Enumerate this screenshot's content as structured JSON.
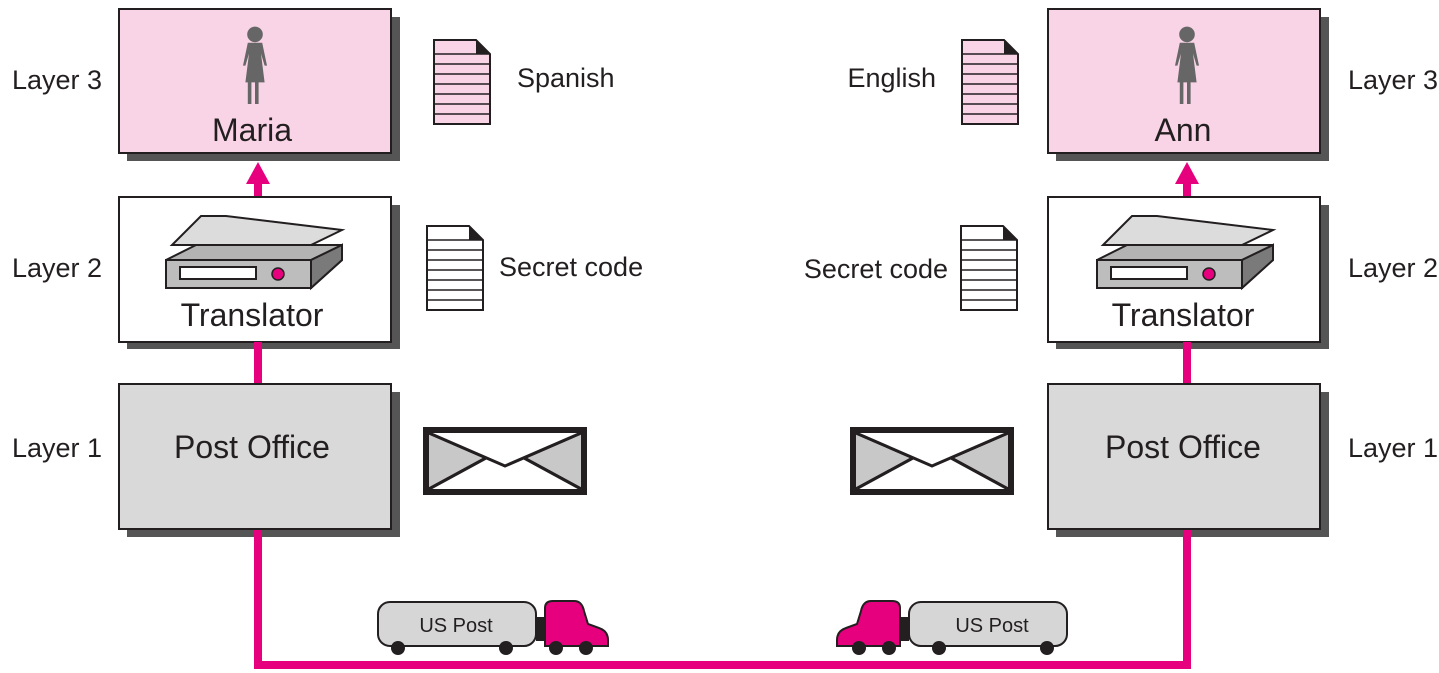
{
  "colors": {
    "accent": "#e6007e",
    "layer3_fill": "#f9d4e6",
    "layer1_fill": "#d9d9d9",
    "shadow": "#555555",
    "outline": "#231f20"
  },
  "layer_labels": {
    "left": {
      "layer3": "Layer 3",
      "layer2": "Layer 2",
      "layer1": "Layer 1"
    },
    "right": {
      "layer3": "Layer 3",
      "layer2": "Layer 2",
      "layer1": "Layer 1"
    }
  },
  "left_stack": {
    "layer3_name": "Maria",
    "layer2_name": "Translator",
    "layer1_name": "Post Office",
    "person_icon": "woman-icon",
    "translator_icon": "scanner-icon"
  },
  "right_stack": {
    "layer3_name": "Ann",
    "layer2_name": "Translator",
    "layer1_name": "Post Office",
    "person_icon": "woman-icon",
    "translator_icon": "scanner-icon"
  },
  "documents": {
    "left_layer3": "Spanish",
    "left_layer2": "Secret code",
    "right_layer3": "English",
    "right_layer2": "Secret code",
    "envelope_icon": "envelope-icon",
    "document_icon": "document-icon"
  },
  "trucks": {
    "left": "US Post",
    "right": "US Post",
    "icon": "truck-icon"
  }
}
